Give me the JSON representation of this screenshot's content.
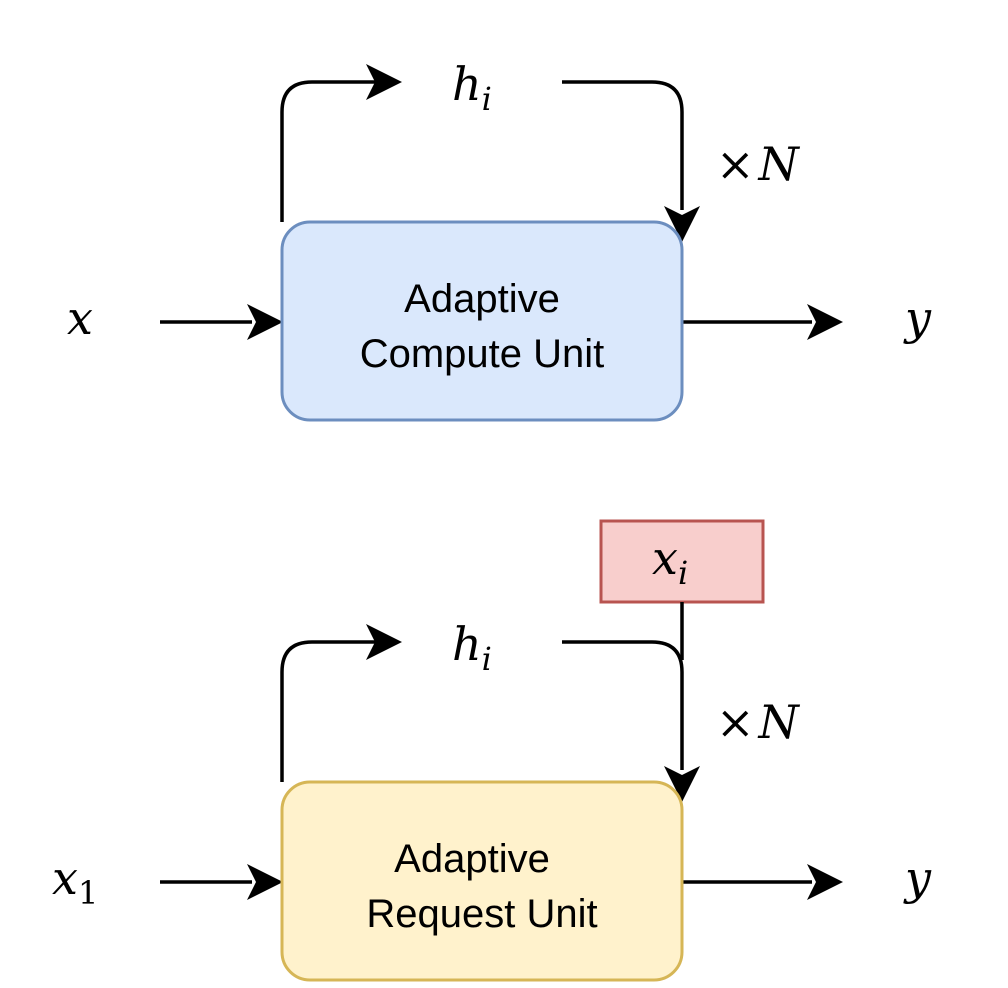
{
  "diagram_top": {
    "box": {
      "line1": "Adaptive",
      "line2": "Compute Unit",
      "fill": "#dae8fc",
      "stroke": "#6c8ebf"
    },
    "input": {
      "base": "x",
      "sub": ""
    },
    "output": {
      "base": "y"
    },
    "hidden": {
      "base": "h",
      "sub": "i"
    },
    "repeat": {
      "times": "×",
      "n": "N"
    }
  },
  "diagram_bottom": {
    "box": {
      "line1": "Adaptive",
      "line2": "Request Unit",
      "fill": "#fff2cc",
      "stroke": "#d6b656"
    },
    "input": {
      "base": "x",
      "sub": "1"
    },
    "output": {
      "base": "y"
    },
    "hidden": {
      "base": "h",
      "sub": "i"
    },
    "repeat": {
      "times": "×",
      "n": "N"
    },
    "request": {
      "base": "x",
      "sub": "i",
      "fill": "#f8cecc",
      "stroke": "#b85450"
    }
  }
}
